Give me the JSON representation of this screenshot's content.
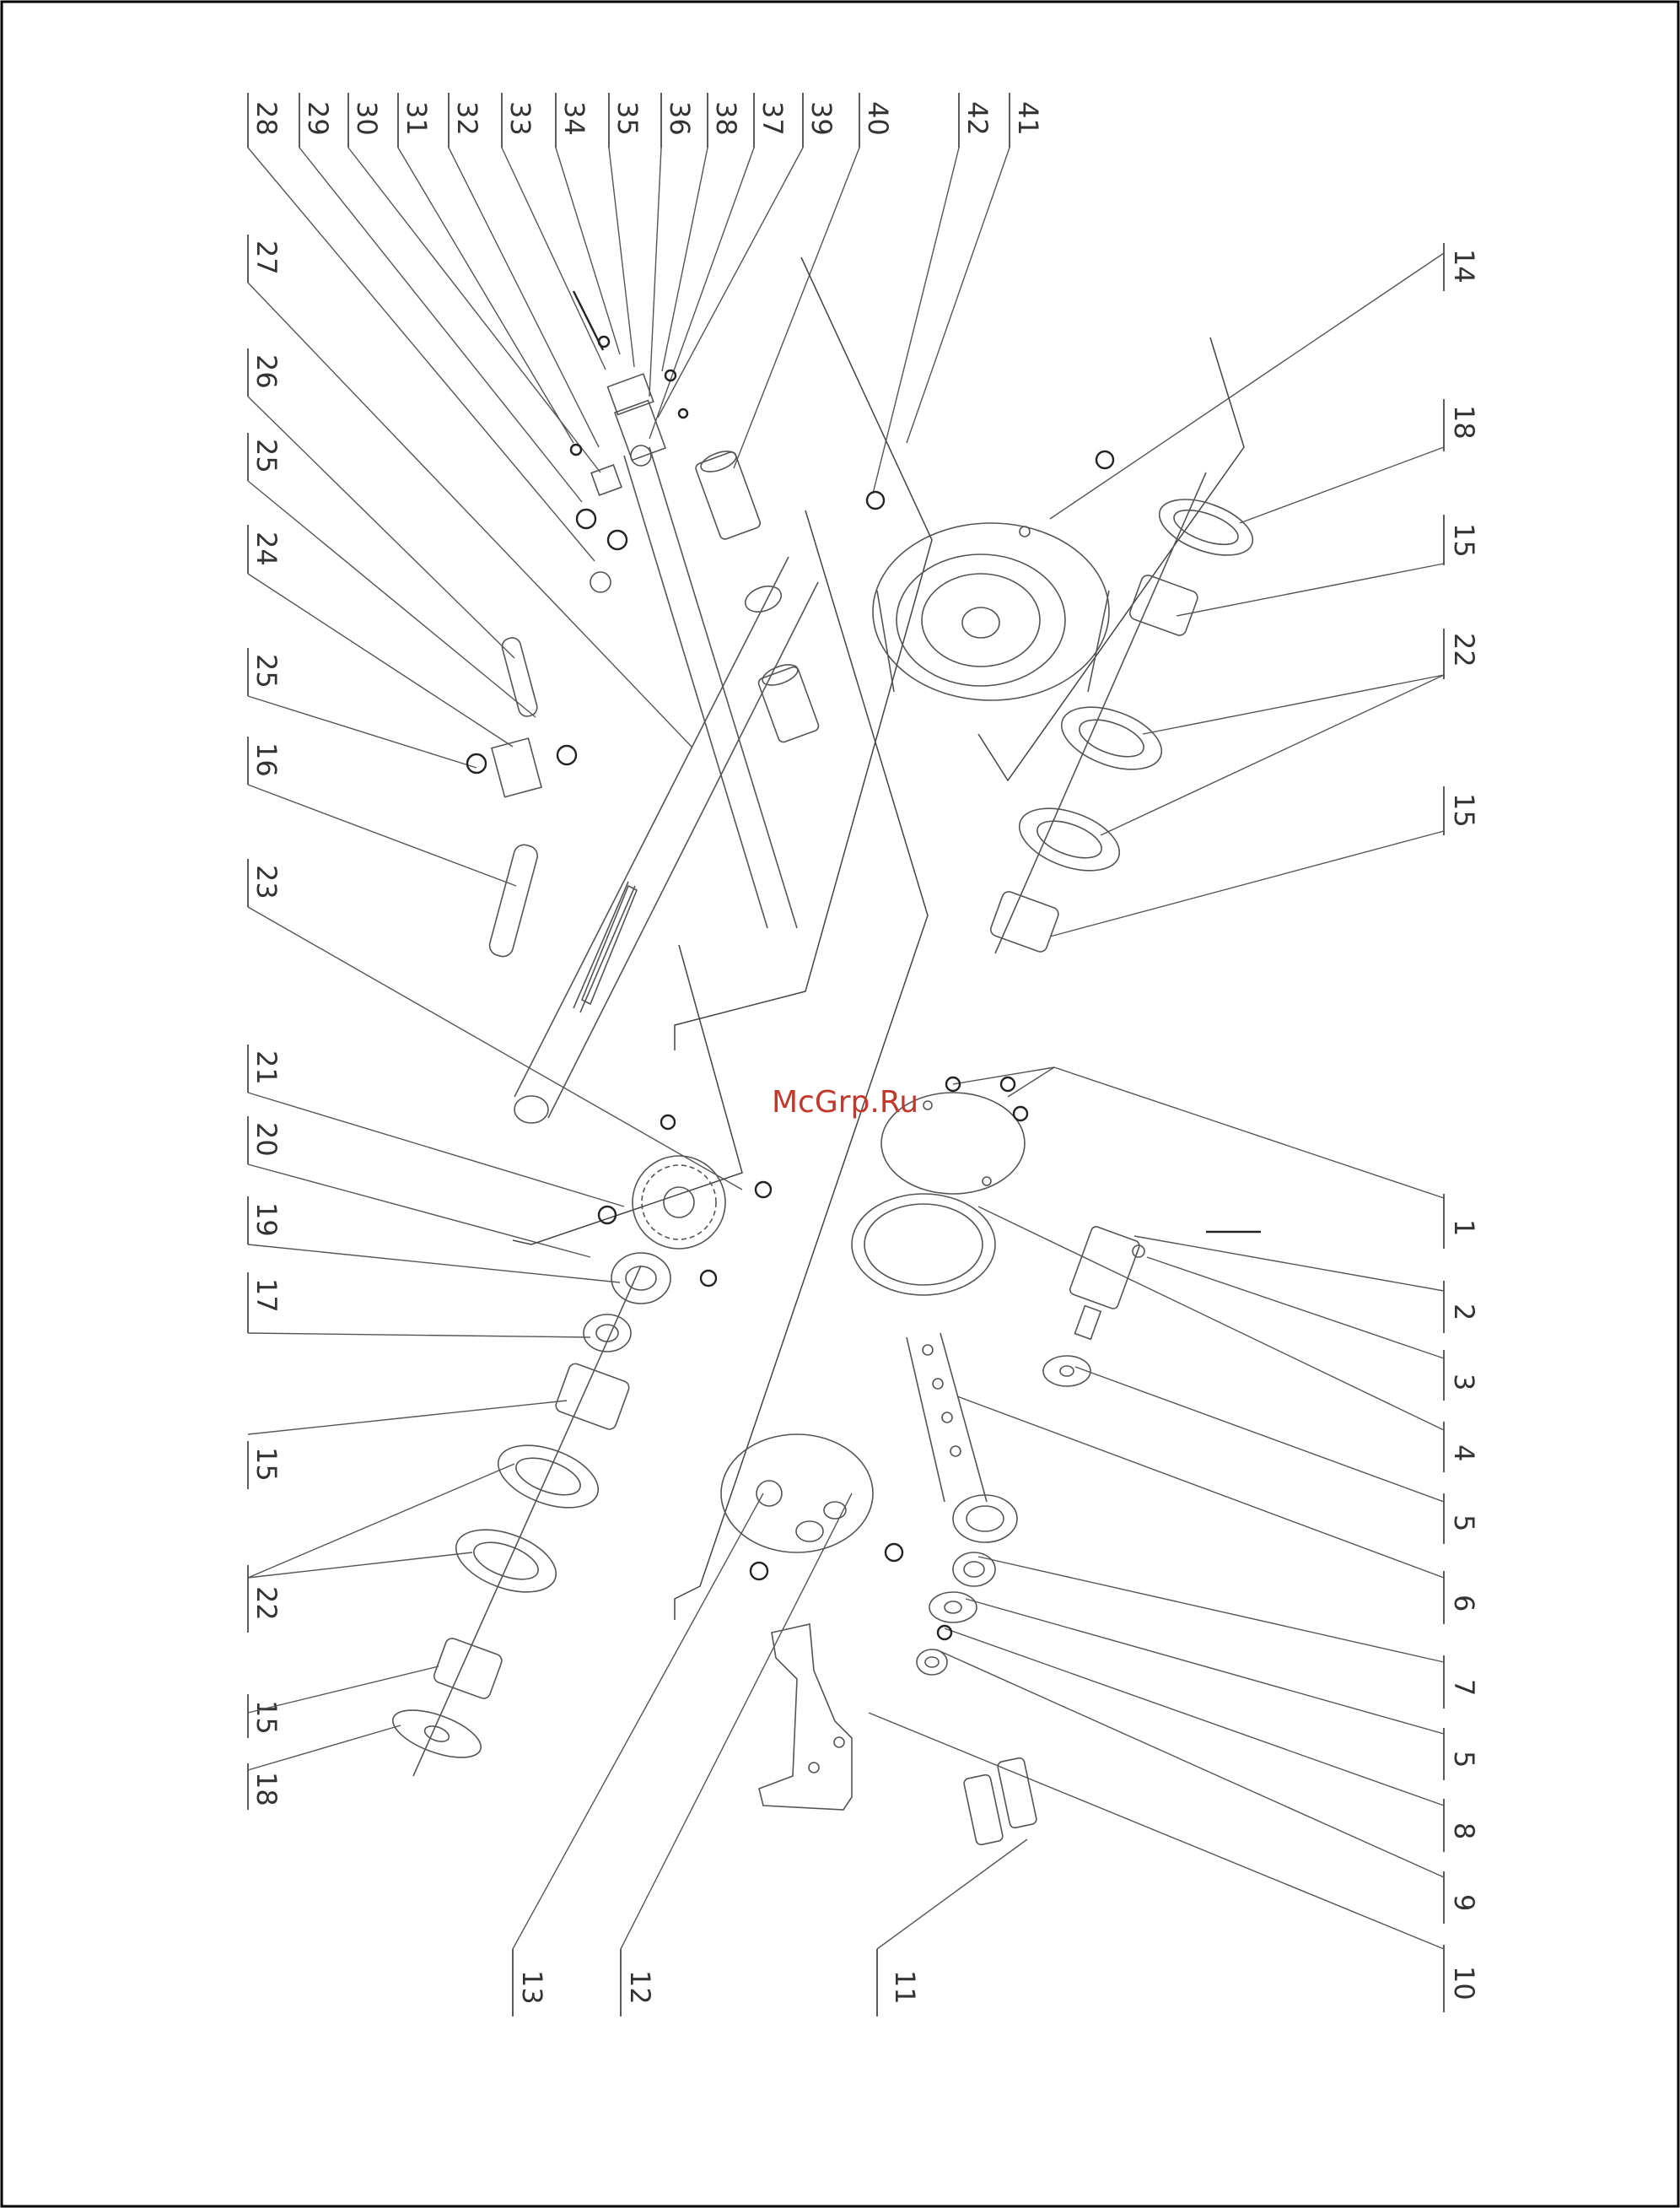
{
  "watermark": "McGrp.Ru",
  "colors": {
    "border": "#000000",
    "lines": "#555555",
    "watermark": "#c0392b"
  },
  "callouts_top": [
    "28",
    "29",
    "30",
    "31",
    "32",
    "33",
    "34",
    "35",
    "36",
    "38",
    "37",
    "39",
    "40",
    "42",
    "41"
  ],
  "callouts_left_mid": [
    "27",
    "26",
    "25",
    "24",
    "25",
    "16",
    "23",
    "21",
    "20",
    "19",
    "17",
    "15",
    "22",
    "15",
    "18"
  ],
  "callouts_right": [
    "14",
    "18",
    "15",
    "22",
    "15",
    "1",
    "2",
    "3",
    "4",
    "5",
    "6",
    "7",
    "5",
    "8",
    "9",
    "10"
  ],
  "callouts_bottom": [
    "13",
    "12",
    "11"
  ]
}
